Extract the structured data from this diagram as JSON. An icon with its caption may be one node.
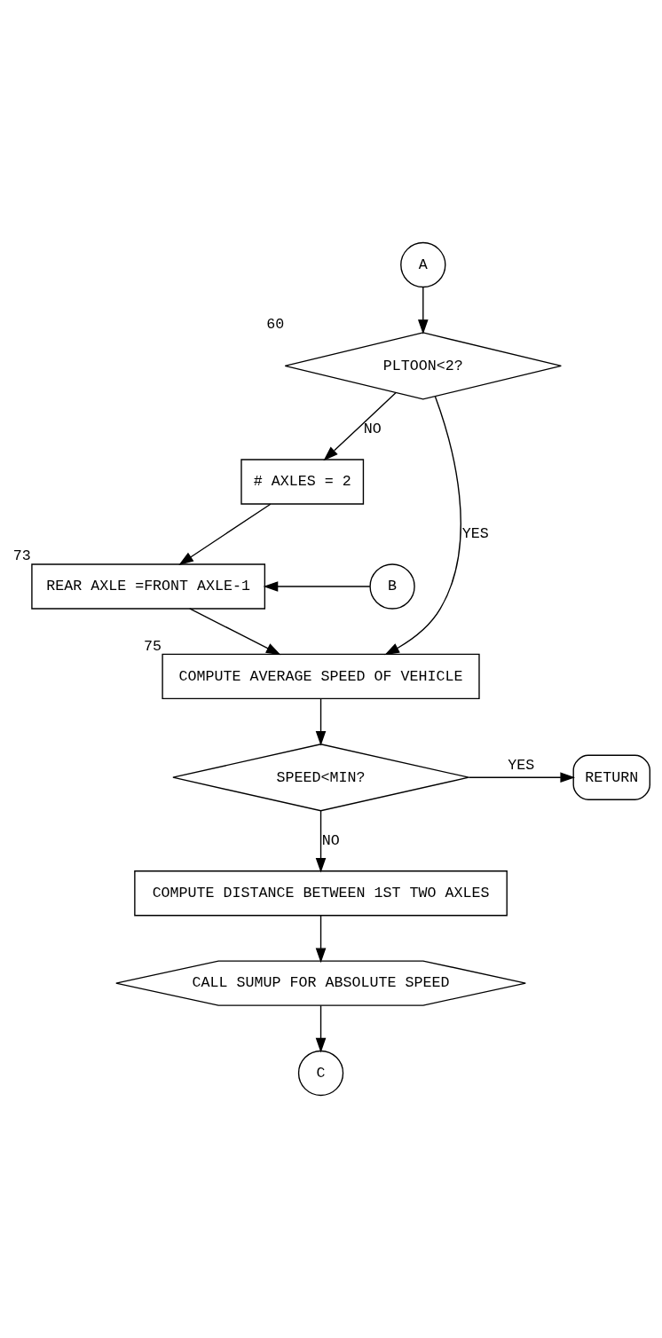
{
  "diagram": {
    "nodes": [
      {
        "text": [
          "A"
        ]
      },
      {
        "text": [
          "PLTOON<2?"
        ],
        "beside": [
          "60"
        ]
      },
      {
        "text": [
          "# AXLES = 2"
        ]
      },
      {
        "text": [
          "B"
        ]
      },
      {
        "text": [
          "REAR AXLE =FRONT AXLE-1"
        ],
        "beside": [
          "73"
        ]
      },
      {
        "text": [
          "COMPUTE AVERAGE SPEED OF VEHICLE"
        ],
        "beside": [
          "75"
        ]
      },
      {
        "text": [
          "SPEED<MIN?"
        ]
      },
      {
        "text": [
          "RETURN"
        ]
      },
      {
        "text": [
          "COMPUTE DISTANCE BETWEEN 1ST TWO AXLES"
        ]
      },
      {
        "text": [
          "CALL SUMUP FOR ABSOLUTE SPEED"
        ]
      },
      {
        "text": [
          "C"
        ]
      }
    ],
    "edges": [
      {
        "from": 0,
        "to": 1,
        "arrow": "to"
      },
      {
        "from": 1,
        "to": 2,
        "arrow": "to",
        "label": "NO"
      },
      {
        "from": 2,
        "to": 4,
        "arrow": "to"
      },
      {
        "from": 3,
        "to": 4,
        "arrow": "to"
      },
      {
        "from": 4,
        "to": 5,
        "arrow": "to"
      },
      {
        "from": 1,
        "to": 5,
        "arrow": "to",
        "label": "YES"
      },
      {
        "from": 5,
        "to": 6,
        "arrow": "to"
      },
      {
        "from": 6,
        "to": 7,
        "arrow": "to",
        "label": "YES"
      },
      {
        "from": 6,
        "to": 8,
        "arrow": "to",
        "label": "NO"
      },
      {
        "from": 8,
        "to": 9,
        "arrow": "to"
      },
      {
        "from": 9,
        "to": 10,
        "arrow": "to"
      }
    ]
  }
}
